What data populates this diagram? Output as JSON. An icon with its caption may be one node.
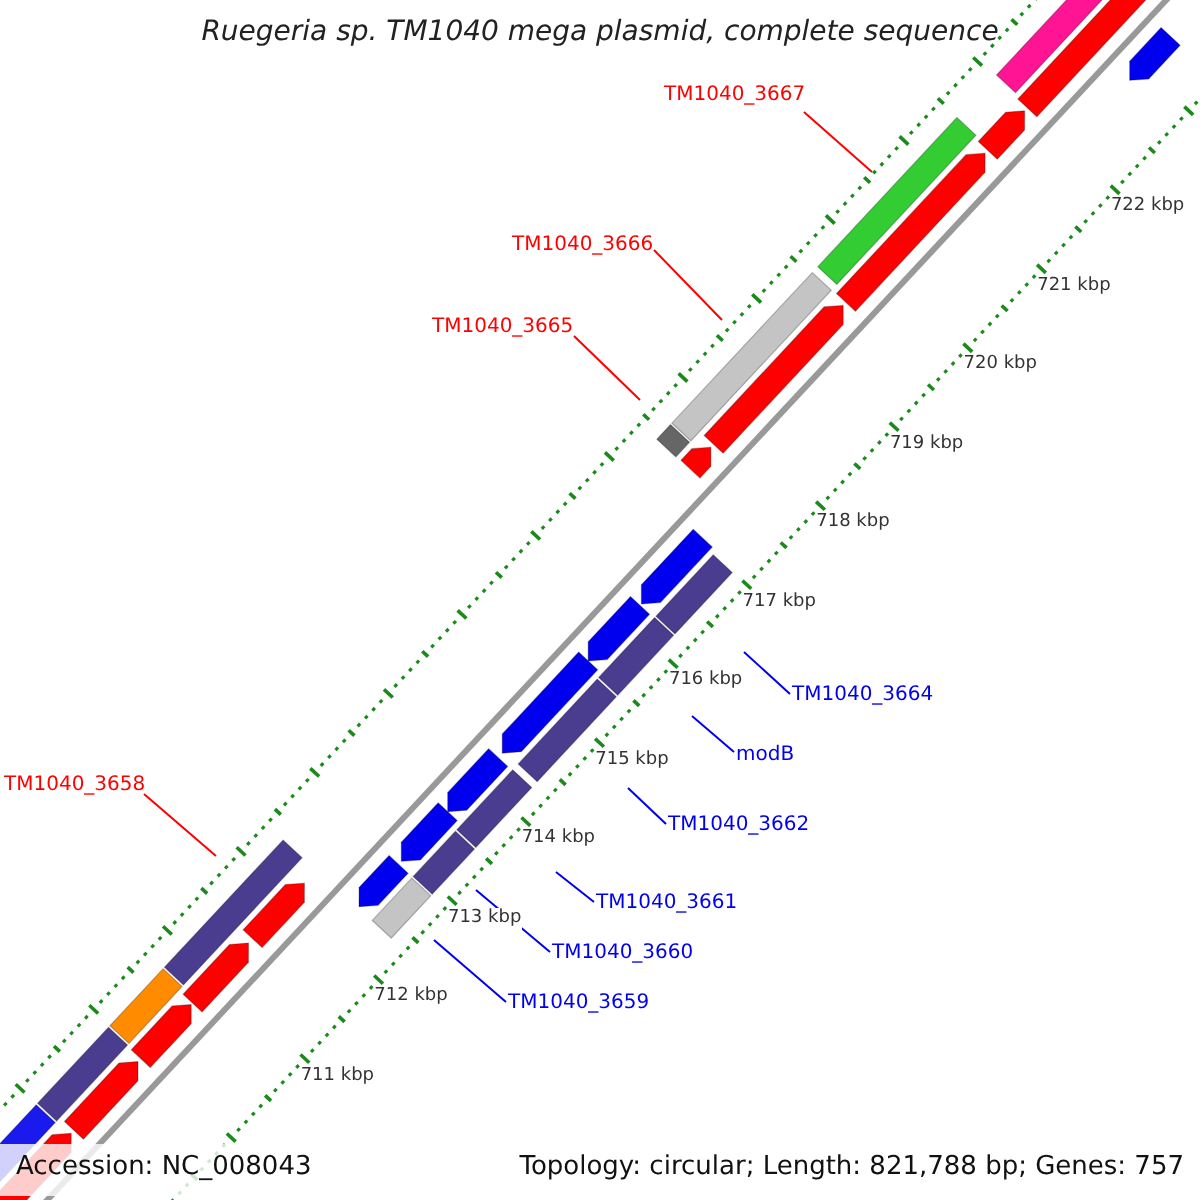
{
  "diagram": {
    "title": "Ruegeria sp. TM1040 mega plasmid, complete sequence",
    "nodes": [
      {
        "text": [
          "TM1040_3667"
        ]
      },
      {
        "text": [
          "TM1040_3666"
        ]
      },
      {
        "text": [
          "TM1040_3665"
        ]
      },
      {
        "text": [
          "TM1040_3664"
        ]
      },
      {
        "text": [
          "modB"
        ]
      },
      {
        "text": [
          "TM1040_3658"
        ]
      },
      {
        "text": [
          "TM1040_3662"
        ]
      },
      {
        "text": [
          "TM1040_3661"
        ]
      },
      {
        "text": [
          "TM1040_3660"
        ]
      },
      {
        "text": [
          "TM1040_3659"
        ]
      }
    ],
    "edges": [
      {
        "from": 0,
        "to": null,
        "arrow": "none",
        "color": "#ff0000"
      },
      {
        "from": 1,
        "to": null,
        "arrow": "none",
        "color": "#ff0000"
      },
      {
        "from": 2,
        "to": null,
        "arrow": "none",
        "color": "#ff0000"
      },
      {
        "from": 3,
        "to": null,
        "arrow": "none"
      },
      {
        "from": 4,
        "to": null,
        "arrow": "none"
      },
      {
        "from": 5,
        "to": null,
        "arrow": "none",
        "color": "#ff0000"
      },
      {
        "from": 6,
        "to": null,
        "arrow": "none"
      },
      {
        "from": 7,
        "to": null,
        "arrow": "none"
      },
      {
        "from": 8,
        "to": null,
        "arrow": "none"
      },
      {
        "from": 9,
        "to": null,
        "arrow": "none"
      }
    ],
    "labels": [
      "722 kbp",
      "721 kbp",
      "720 kbp",
      "719 kbp",
      "718 kbp",
      "717 kbp",
      "716 kbp",
      "715 kbp",
      "714 kbp",
      "713 kbp",
      "712 kbp",
      "711 kbp",
      "Accession: NC_008043",
      "Topology: circular; Length: 821,788 bp; Genes: 757"
    ]
  }
}
